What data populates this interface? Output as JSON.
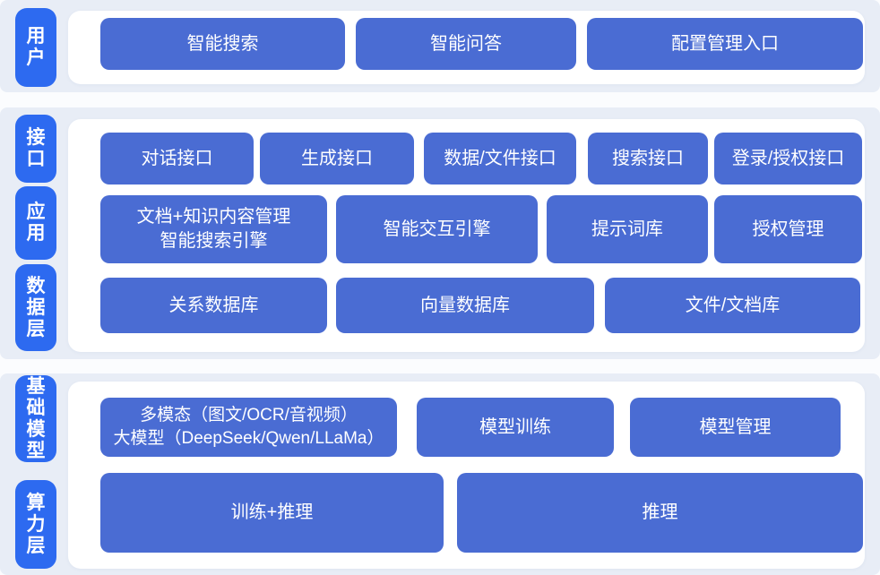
{
  "colors": {
    "page_background": "#fbfcfe",
    "band_background": "#e8edf6",
    "panel_background": "#ffffff",
    "layer_pill_blue": "#2d6af0",
    "node_blue": "#4a6cd3",
    "text_white": "#ffffff"
  },
  "layers": [
    {
      "pills": [
        {
          "label": "用户"
        }
      ],
      "rows": [
        {
          "items": [
            {
              "label": "智能搜索"
            },
            {
              "label": "智能问答"
            },
            {
              "label": "配置管理入口"
            }
          ]
        }
      ]
    },
    {
      "pills": [
        {
          "label": "接口"
        },
        {
          "label": "应用"
        },
        {
          "label": "数据层"
        }
      ],
      "rows": [
        {
          "items": [
            {
              "label": "对话接口"
            },
            {
              "label": "生成接口"
            },
            {
              "label": "数据/文件接口"
            },
            {
              "label": "搜索接口"
            },
            {
              "label": "登录/授权接口"
            }
          ]
        },
        {
          "items": [
            {
              "label": "文档+知识内容管理\n智能搜索引擎"
            },
            {
              "label": "智能交互引擎"
            },
            {
              "label": "提示词库"
            },
            {
              "label": "授权管理"
            }
          ]
        },
        {
          "items": [
            {
              "label": "关系数据库"
            },
            {
              "label": "向量数据库"
            },
            {
              "label": "文件/文档库"
            }
          ]
        }
      ]
    },
    {
      "pills": [
        {
          "label": "基础模型"
        },
        {
          "label": "算力层"
        }
      ],
      "rows": [
        {
          "items": [
            {
              "label": "多模态（图文/OCR/音视频）\n大模型（DeepSeek/Qwen/LLaMa）"
            },
            {
              "label": "模型训练"
            },
            {
              "label": "模型管理"
            }
          ]
        },
        {
          "items": [
            {
              "label": "训练+推理"
            },
            {
              "label": "推理"
            }
          ]
        }
      ]
    }
  ]
}
